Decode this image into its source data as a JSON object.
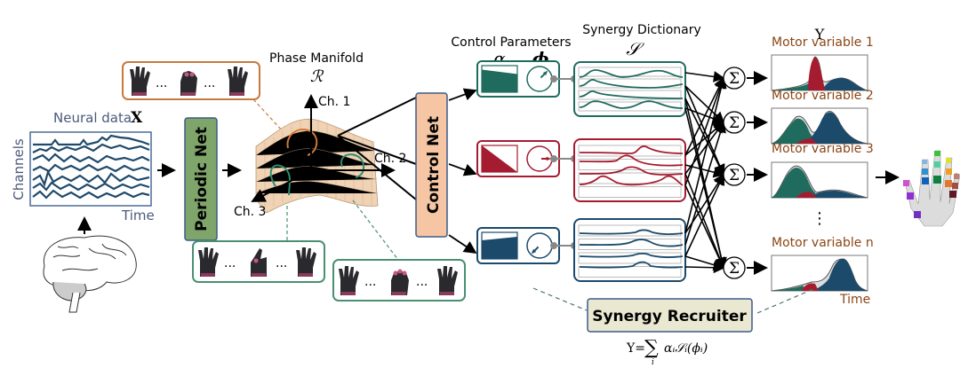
{
  "neural": {
    "title": "Neural data",
    "symbol": "X",
    "ylabel": "Channels",
    "xlabel": "Time"
  },
  "periodic_net": {
    "label": "Periodic Net",
    "color": "#7fa56a"
  },
  "manifold": {
    "title": "Phase Manifold",
    "symbol": "ℛ",
    "axes": [
      "Ch. 1",
      "Ch. 2",
      "Ch. 3"
    ]
  },
  "control_net": {
    "label": "Control Net",
    "color": "#f6c6a4"
  },
  "control_params": {
    "title": "Control Parameters",
    "alpha": "α",
    "phi": "ϕ",
    "rows": [
      {
        "name": "green",
        "color": "#1f6b5e",
        "amplitude_fill": 0.85
      },
      {
        "name": "red",
        "color": "#a51c30",
        "amplitude_fill": 0.5
      },
      {
        "name": "blue",
        "color": "#1b4a6b",
        "amplitude_fill": 0.7
      }
    ]
  },
  "synergy_dictionary": {
    "title": "Synergy Dictionary",
    "symbol": "𝒮"
  },
  "sum_symbol": "Σ",
  "output": {
    "symbol": "Y",
    "variables": [
      "Motor variable 1",
      "Motor variable 2",
      "Motor variable 3",
      "Motor variable n"
    ],
    "ellipsis": "⋮",
    "xlabel": "Time"
  },
  "recruiter": {
    "label": "Synergy Recruiter",
    "formula": "Y=∑ αᵢ𝒮ᵢ(ϕᵢ)",
    "formula_lhs": "Y=",
    "formula_sum": "∑",
    "formula_index": "i",
    "formula_rhs": "αᵢ𝒮ᵢ(ϕᵢ)"
  },
  "gesture_boxes": [
    {
      "name": "orange",
      "color": "#c77a3f"
    },
    {
      "name": "green-left",
      "color": "#4b8f72"
    },
    {
      "name": "green-right",
      "color": "#4b8f72"
    }
  ],
  "gesture_ellipsis": "···",
  "colors": {
    "teal": "#1f6b5e",
    "red": "#a51c30",
    "navy": "#1b4a6b",
    "brown_text": "#8b4513",
    "neural_text": "#4a5a7a"
  }
}
